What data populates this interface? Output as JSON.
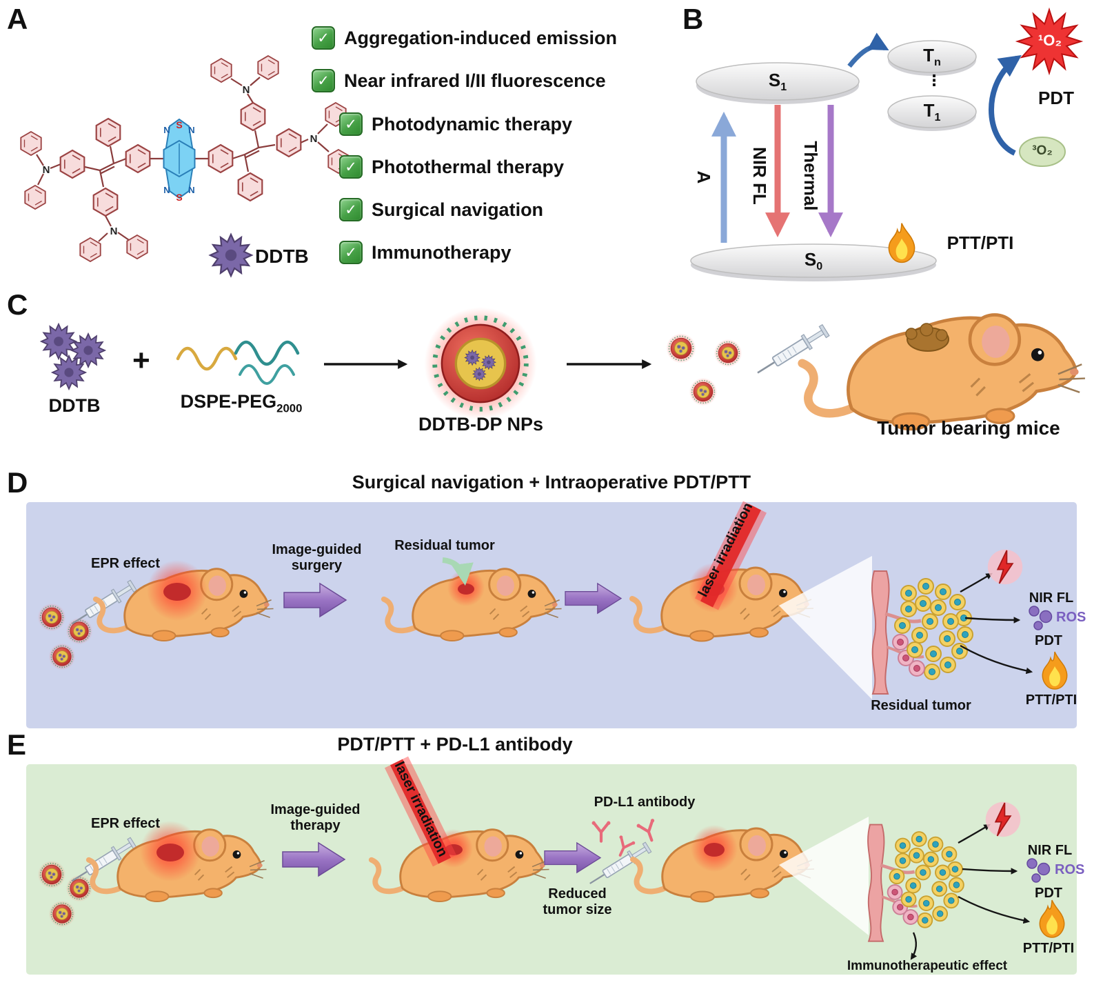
{
  "panelA": {
    "label": "A",
    "check": "✓",
    "features": [
      "Aggregation-induced emission",
      "Near infrared I/II fluorescence",
      "Photodynamic therapy",
      "Photothermal therapy",
      "Surgical navigation",
      "Immunotherapy"
    ],
    "molecule": {
      "n": "N",
      "s": "S",
      "name": "DDTB"
    }
  },
  "panelB": {
    "label": "B",
    "s1": {
      "base": "S",
      "sub": "1"
    },
    "s0": {
      "base": "S",
      "sub": "0"
    },
    "tn": {
      "base": "T",
      "sub": "n"
    },
    "t1": {
      "base": "T",
      "sub": "1"
    },
    "dots": "⋮",
    "absorption": "A",
    "nir_fl": "NIR FL",
    "thermal": "Thermal",
    "singlet_oxygen": "¹O₂",
    "triplet_oxygen": "³O₂",
    "pdt": "PDT",
    "ptt": "PTT/PTI"
  },
  "panelC": {
    "label": "C",
    "ddtb": "DDTB",
    "plus": "+",
    "polymer": {
      "base": "DSPE-PEG",
      "sub": "2000"
    },
    "nps": "DDTB-DP NPs",
    "mice": "Tumor bearing mice"
  },
  "panelD": {
    "label": "D",
    "title": "Surgical navigation + Intraoperative PDT/PTT",
    "epr": "EPR effect",
    "step": "Image-guided\nsurgery",
    "residual_tumor": "Residual tumor",
    "laser": "laser irradiation",
    "residual_tumor_right": "Residual tumor",
    "nir_fl": "NIR FL",
    "ros": "ROS",
    "pdt": "PDT",
    "ptt": "PTT/PTI"
  },
  "panelE": {
    "label": "E",
    "title": "PDT/PTT + PD-L1 antibody",
    "epr": "EPR effect",
    "step": "Image-guided\ntherapy",
    "laser": "laser irradiation",
    "antibody": "PD-L1 antibody",
    "reduced": "Reduced\ntumor size",
    "nir_fl": "NIR FL",
    "ros": "ROS",
    "pdt": "PDT",
    "ptt": "PTT/PTI",
    "immuno": "Immunotherapeutic effect"
  },
  "colors": {
    "panel_d_bg": "#ccd3ec",
    "panel_e_bg": "#daecd3",
    "checkbox_green": "#3f9c3f",
    "core_blue": "#7cd2f4",
    "ring_pink": "#f7dcdc",
    "nir_red": "#e57373",
    "thermal_purple": "#a678c8",
    "absorption_blue": "#8aa8d8",
    "ros_purple": "#7a5fc0",
    "laser_red": "#e22929",
    "np_glow_red": "#ff4030",
    "ddtb_purple": "#7b68a8"
  }
}
